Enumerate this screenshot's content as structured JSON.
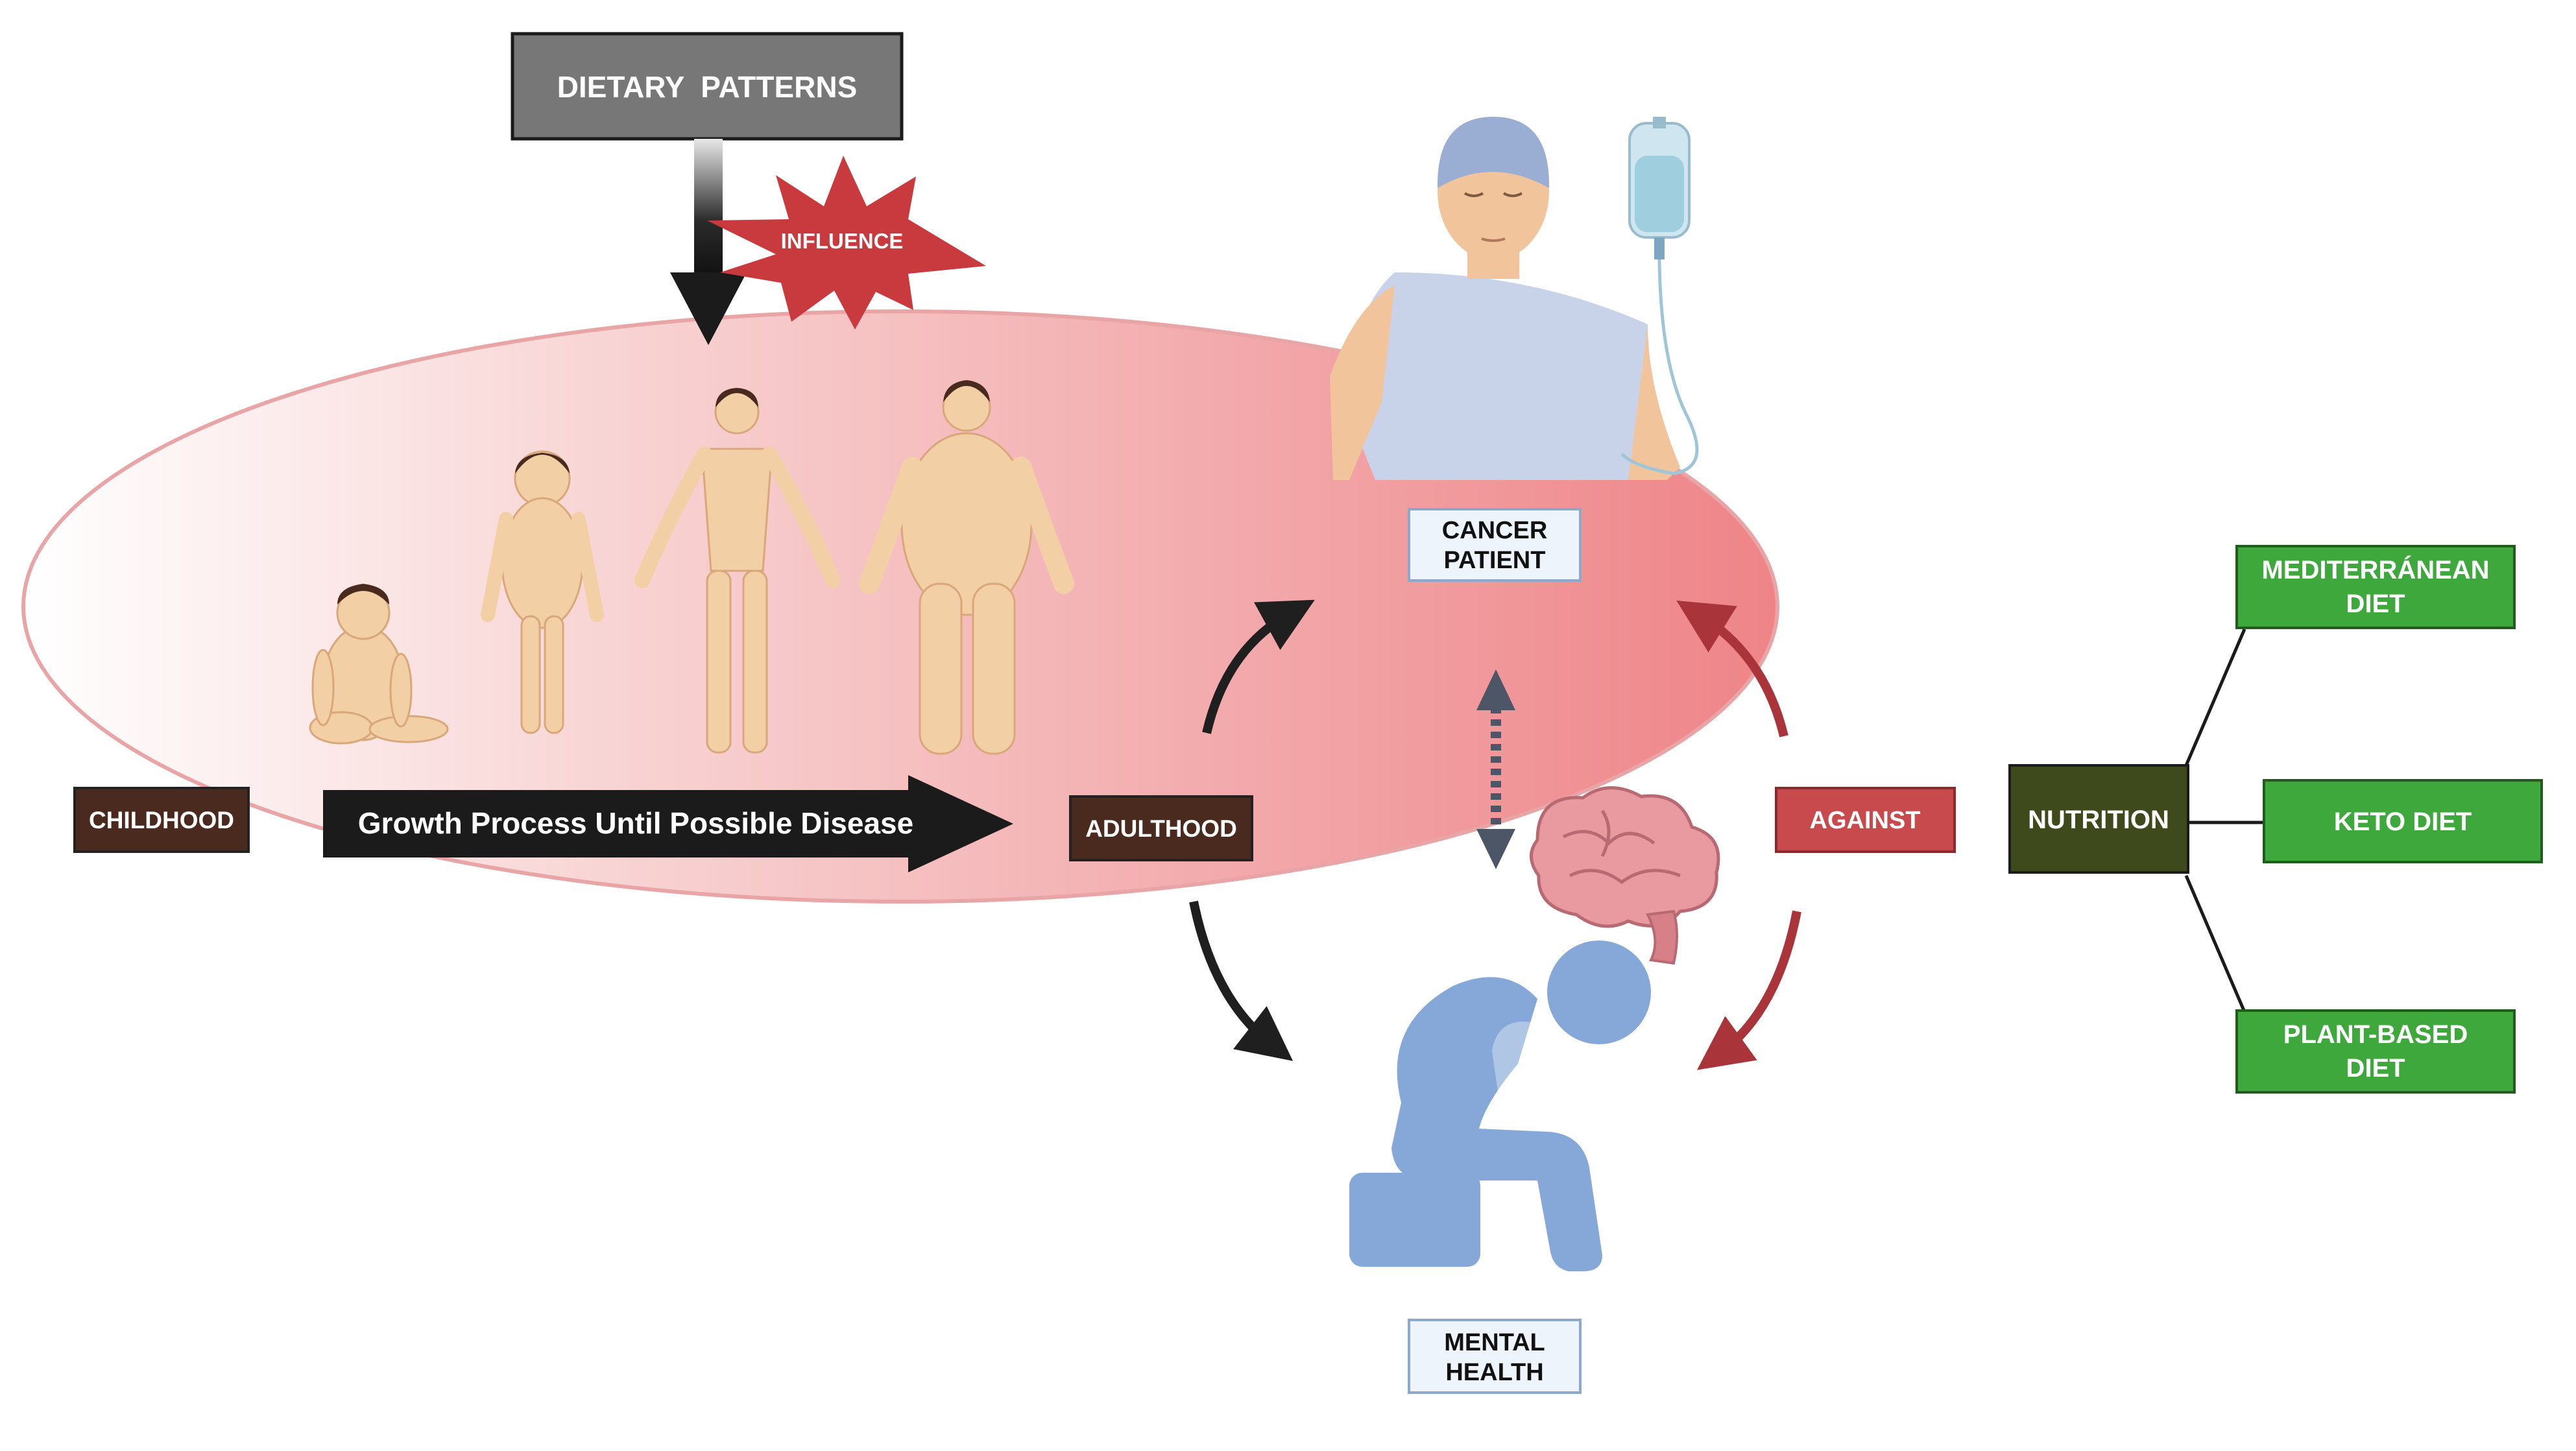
{
  "labels": {
    "dietary_patterns": "DIETARY  PATTERNS",
    "influence": "INFLUENCE",
    "childhood": "CHILDHOOD",
    "adulthood": "ADULTHOOD",
    "growth_process": "Growth Process Until Possible Disease",
    "cancer_line1": "CANCER",
    "cancer_line2": "PATIENT",
    "mental_line1": "MENTAL",
    "mental_line2": "HEALTH",
    "against": "AGAINST",
    "nutrition": "NUTRITION",
    "mediterranean_line1": "MEDITERRÁNEAN",
    "mediterranean_line2": "DIET",
    "keto": "KETO DIET",
    "plant_line1": "PLANT-BASED",
    "plant_line2": "DIET"
  },
  "icons": {
    "figures": [
      "baby-icon",
      "toddler-icon",
      "adult-slim-icon",
      "adult-obese-icon"
    ],
    "patient": "cancer-patient-icon",
    "iv_bag": "iv-bag-icon",
    "brain": "brain-icon",
    "depressed_person": "depressed-person-icon"
  },
  "colors": {
    "dark_brown": "#4a2a1e",
    "gray_box": "#777777",
    "red_box": "#c84a4c",
    "red_arrow": "#a9343a",
    "olive": "#3f4a1c",
    "green": "#3ea83c",
    "light_blue_box": "#eef4fc",
    "skin": "#f3cfa6",
    "figure_blue": "#86a8d8"
  }
}
